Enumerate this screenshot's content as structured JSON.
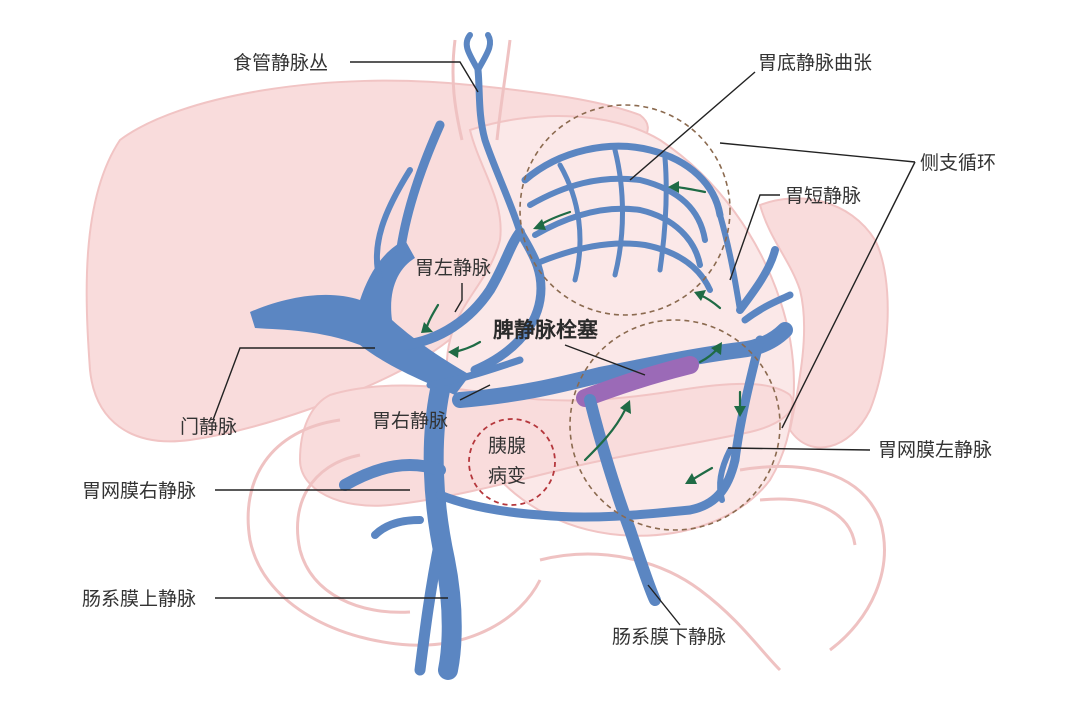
{
  "labels": {
    "esophageal_plexus": "食管静脉丛",
    "gastric_fundus_varices": "胃底静脉曲张",
    "collateral_circulation": "侧支循环",
    "short_gastric_vein": "胃短静脉",
    "left_gastric_vein": "胃左静脉",
    "splenic_vein_thrombosis": "脾静脉栓塞",
    "portal_vein": "门静脉",
    "right_gastric_vein": "胃右静脉",
    "pancreatic_lesion_line1": "胰腺",
    "pancreatic_lesion_line2": "病变",
    "left_gastroepiploic_vein": "胃网膜左静脉",
    "right_gastroepiploic_vein": "胃网膜右静脉",
    "superior_mesenteric_vein": "肠系膜上静脉",
    "inferior_mesenteric_vein": "肠系膜下静脉"
  },
  "colors": {
    "vein": "#5b86c2",
    "thrombus": "#9b6ab7",
    "organ": "#f9dcdc",
    "flow_arrow": "#1f6b45",
    "collateral_circle": "#8b6a4f",
    "lesion_circle": "#b5373c"
  }
}
